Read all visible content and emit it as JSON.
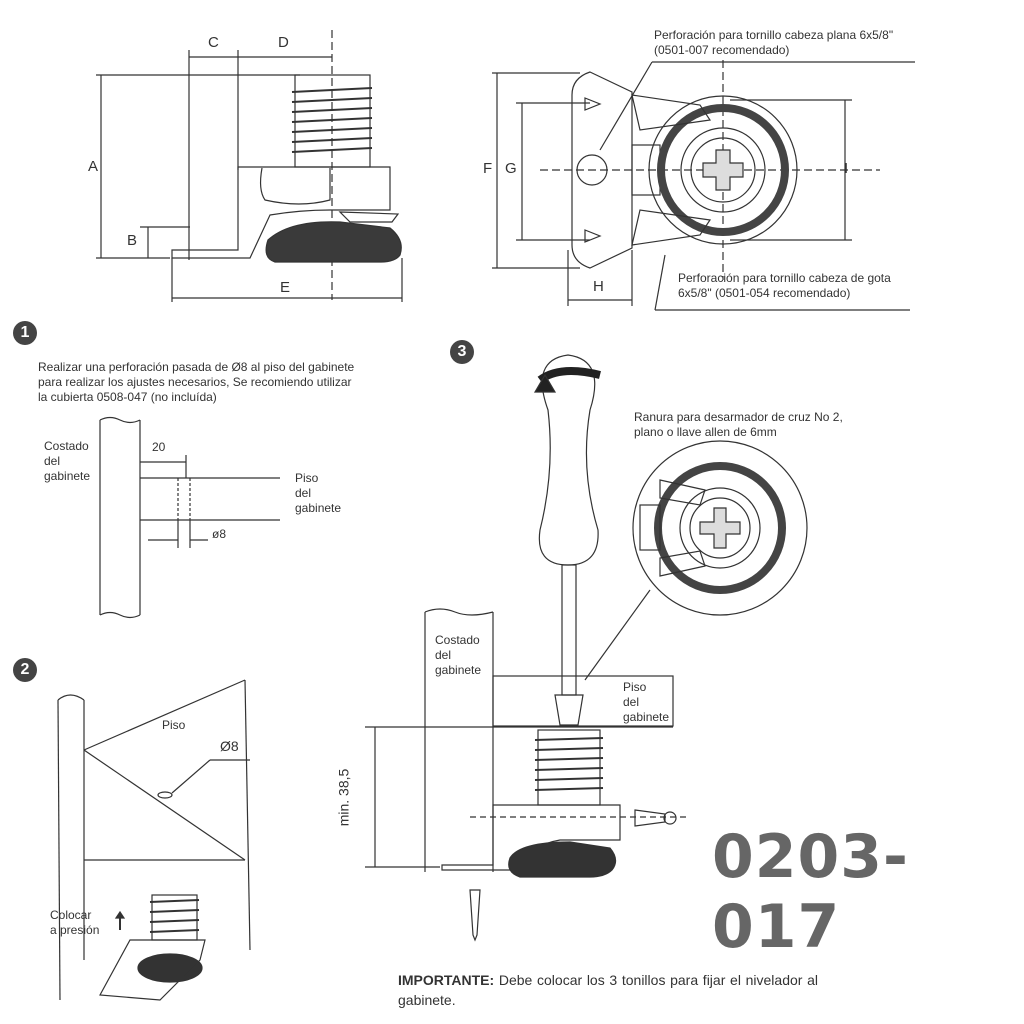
{
  "dimensions": {
    "A": "A",
    "B": "B",
    "C": "C",
    "D": "D",
    "E": "E",
    "F": "F",
    "G": "G",
    "H": "H",
    "I": "I"
  },
  "top_right": {
    "note_flat": [
      "Perforación para tornillo cabeza plana 6x5/8\"",
      "(0501-007 recomendado)"
    ],
    "note_drop": [
      "Perforación para tornillo cabeza de gota",
      "6x5/8\" (0501-054 recomendado)"
    ]
  },
  "step1": {
    "number": "1",
    "text": [
      "Realizar una perforación pasada de Ø8 al piso del gabinete",
      "para realizar los ajustes necesarios, Se recomiendo utilizar",
      "la cubierta 0508-047 (no incluída)"
    ],
    "side_label": [
      "Costado",
      "del",
      "gabinete"
    ],
    "floor_label": [
      "Piso",
      "del",
      "gabinete"
    ],
    "dim_20": "20",
    "dim_hole": "ø8"
  },
  "step2": {
    "number": "2",
    "floor_label": "Piso",
    "hole_label": "Ø8",
    "press_label": [
      "Colocar",
      "a presión"
    ]
  },
  "step3": {
    "number": "3",
    "slot_note": [
      "Ranura para desarmador de cruz No 2,",
      "plano o llave allen de 6mm"
    ],
    "side_label": [
      "Costado",
      "del",
      "gabinete"
    ],
    "floor_label": [
      "Piso",
      "del",
      "gabinete"
    ],
    "min_height": "min. 38,5"
  },
  "important": {
    "label": "IMPORTANTE:",
    "text": "Debe colocar los 3 tonillos para fijar el nivelador al gabinete."
  },
  "product_code": "0203-017"
}
